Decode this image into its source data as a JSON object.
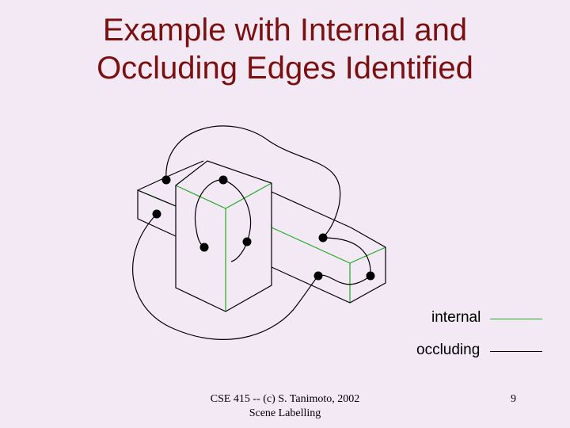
{
  "slide": {
    "title_line1": "Example with Internal and",
    "title_line2": "Occluding Edges Identified",
    "footer_line1": "CSE 415 -- (c) S. Tanimoto, 2002",
    "footer_line2": "Scene Labelling",
    "page_number": "9"
  },
  "legend": {
    "internal_label": "internal",
    "occluding_label": "occluding",
    "internal_color": "#22aa22",
    "occluding_color": "#000000"
  }
}
